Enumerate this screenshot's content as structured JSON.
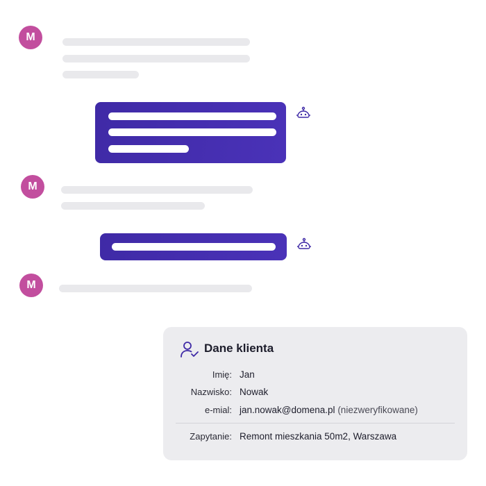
{
  "chat": {
    "user_avatar_letter": "M",
    "colors": {
      "avatar": "#c24e9e",
      "bot_bubble": "#4330ad",
      "placeholder": "#e9e9ec",
      "card_background": "#ececef"
    }
  },
  "client_card": {
    "title": "Dane klienta",
    "icon": "user-check-icon",
    "fields": {
      "first_name": {
        "label": "Imię:",
        "value": "Jan"
      },
      "last_name": {
        "label": "Nazwisko:",
        "value": "Nowak"
      },
      "email": {
        "label": "e-mial:",
        "value": "jan.nowak@domena.pl",
        "note": "(niezweryfikowane)"
      },
      "inquiry": {
        "label": "Zapytanie:",
        "value": "Remont mieszkania 50m2, Warszawa"
      }
    }
  }
}
